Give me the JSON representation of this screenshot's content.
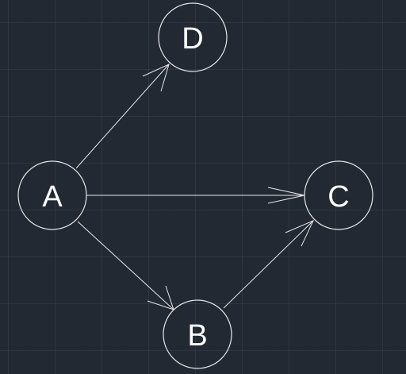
{
  "diagram": {
    "nodes": [
      {
        "id": "A",
        "label": "A"
      },
      {
        "id": "D",
        "label": "D"
      },
      {
        "id": "C",
        "label": "C"
      },
      {
        "id": "B",
        "label": "B"
      }
    ],
    "edges": [
      {
        "from": "A",
        "to": "D"
      },
      {
        "from": "A",
        "to": "C"
      },
      {
        "from": "A",
        "to": "B"
      },
      {
        "from": "B",
        "to": "C"
      }
    ],
    "colors": {
      "background": "#222933",
      "stroke": "#e8e8e8",
      "text": "#ffffff"
    }
  }
}
